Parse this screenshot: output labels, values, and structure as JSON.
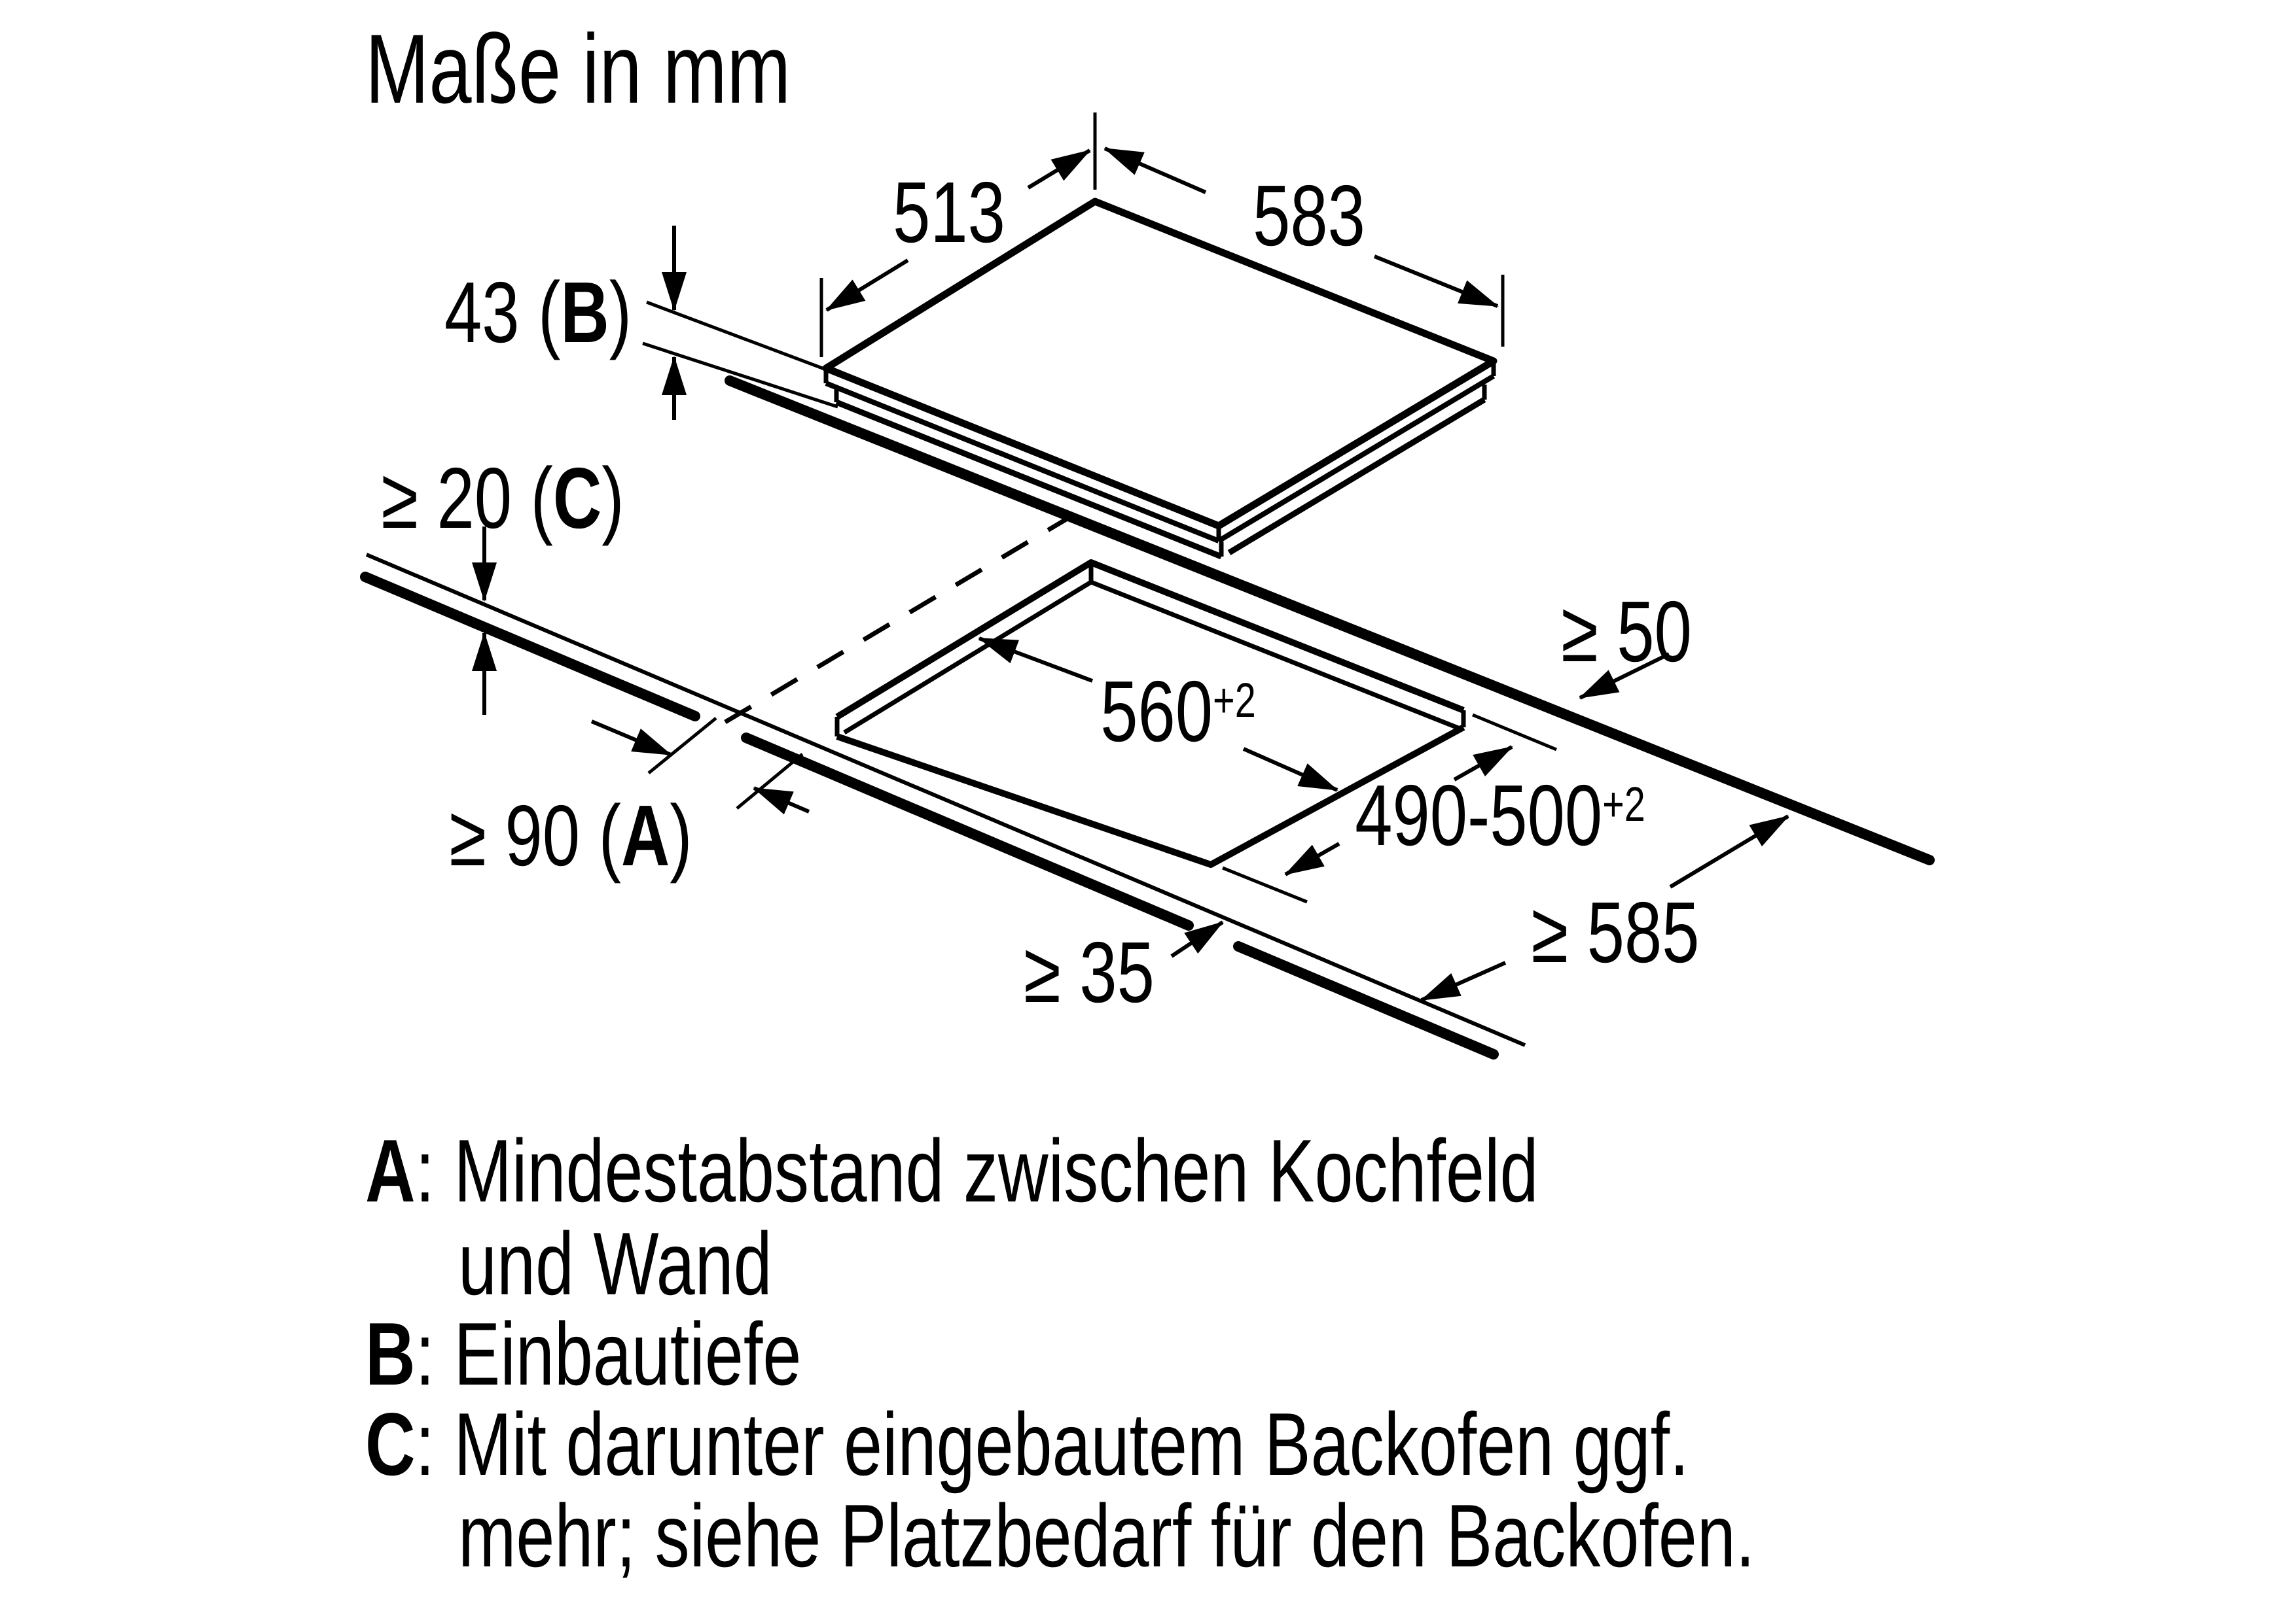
{
  "title": "Maße in mm",
  "units_note": "mm",
  "dimensions": {
    "hob_width": "513",
    "hob_depth": "583",
    "build_in_depth": {
      "prefix": "43 (",
      "letter": "B",
      "suffix": ")"
    },
    "clearance_below": {
      "prefix": "≥ 20 (",
      "letter": "C",
      "suffix": ")"
    },
    "wall_distance": {
      "prefix": "≥ 90 (",
      "letter": "A",
      "suffix": ")"
    },
    "cutout_width": {
      "value": "560",
      "sup": "+2"
    },
    "cutout_depth": {
      "value": "490-500",
      "sup": "+2"
    },
    "side_clearance": "≥ 50",
    "worktop_depth": "≥ 585",
    "front_clearance": "≥ 35"
  },
  "legend": [
    {
      "letter": "A",
      "text": ": Mindestabstand zwischen Kochfeld"
    },
    {
      "letter": "",
      "text": "und Wand"
    },
    {
      "letter": "B",
      "text": ": Einbautiefe"
    },
    {
      "letter": "C",
      "text": ": Mit darunter eingebautem Backofen ggf."
    },
    {
      "letter": "",
      "text": "mehr; siehe Platzbedarf für den Backofen."
    }
  ],
  "colors": {
    "ink": "#000000",
    "background": "#ffffff"
  }
}
